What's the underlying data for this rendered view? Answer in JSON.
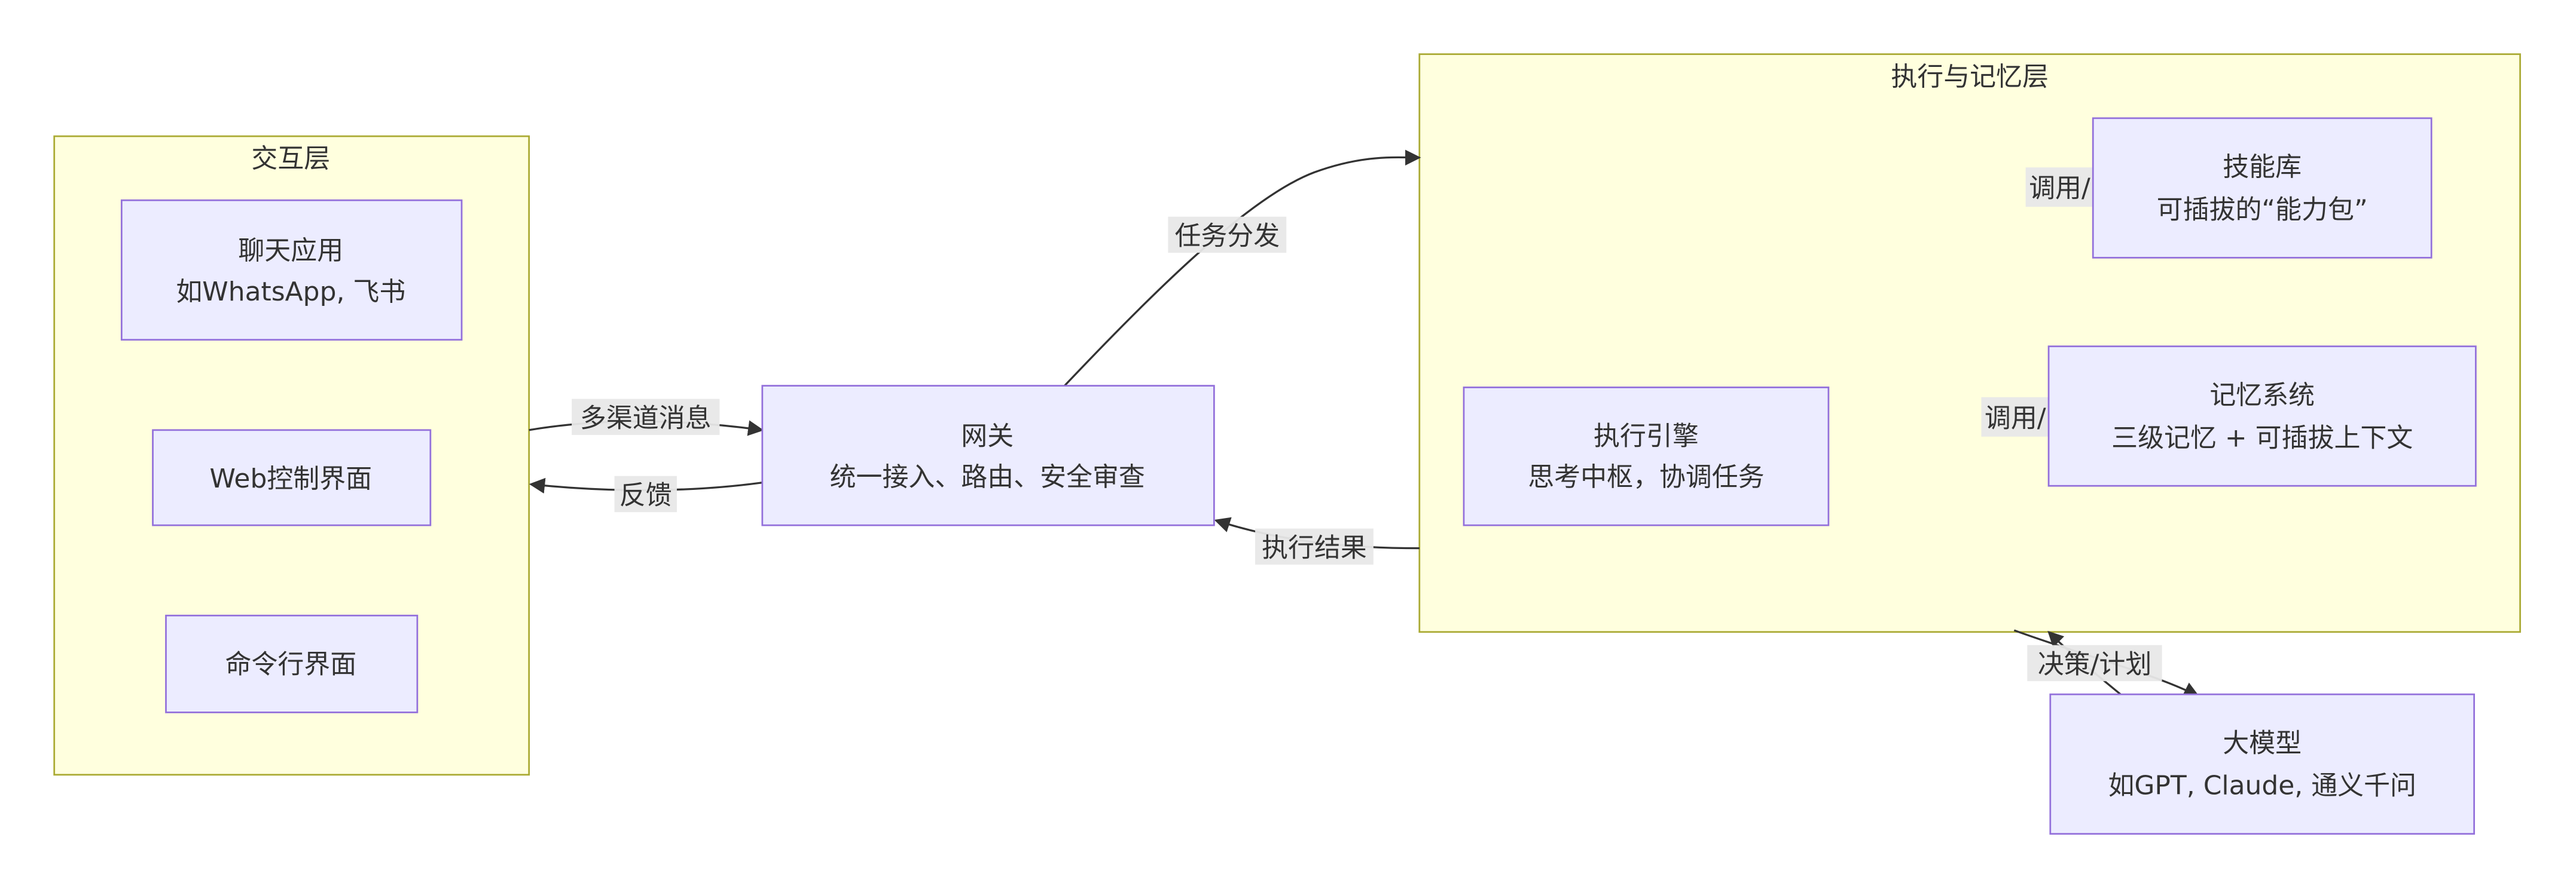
{
  "clusters": {
    "interaction": {
      "title": "交互层"
    },
    "execution": {
      "title": "执行与记忆层"
    }
  },
  "nodes": {
    "chat": {
      "line1": "聊天应用",
      "line2": "如WhatsApp, 飞书"
    },
    "web": {
      "line1": "Web控制界面"
    },
    "cli": {
      "line1": "命令行界面"
    },
    "gateway": {
      "line1": "网关",
      "line2": "统一接入、路由、安全审查"
    },
    "engine": {
      "line1": "执行引擎",
      "line2": "思考中枢，协调任务"
    },
    "skills": {
      "line1": "技能库",
      "line2": "可插拔的“能力包”"
    },
    "memory": {
      "line1": "记忆系统",
      "line2": "三级记忆 + 可插拔上下文"
    },
    "llm": {
      "line1": "大模型",
      "line2": "如GPT, Claude, 通义千问"
    }
  },
  "edges": {
    "multichannel": "多渠道消息",
    "feedback": "反馈",
    "dispatch": "任务分发",
    "result": "执行结果",
    "call_skills": "调用/",
    "call_memory": "调用/",
    "decision": "决策/计划"
  }
}
